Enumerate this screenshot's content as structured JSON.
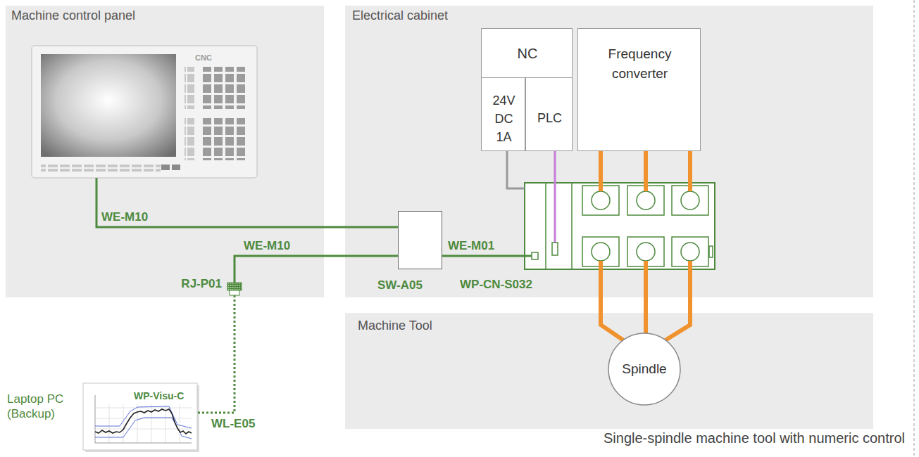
{
  "diagram": {
    "caption": "Single-spindle machine tool with numeric control",
    "nodes": [
      {
        "text": [
          "Machine control panel"
        ]
      },
      {
        "text": [
          "CNC"
        ],
        "in": 0
      },
      {
        "text": [
          "Electrical cabinet"
        ]
      },
      {
        "text": [
          "NC"
        ],
        "in": 2
      },
      {
        "text": [
          "24V DC 1A"
        ],
        "in": 3
      },
      {
        "text": [
          "PLC"
        ],
        "in": 3
      },
      {
        "text": [
          "Frequency converter"
        ],
        "in": 2
      },
      {
        "text": [
          "SW-A05"
        ],
        "in": 2
      },
      {
        "text": [
          "WP-CN-S032"
        ],
        "in": 2
      },
      {
        "text": [
          "Machine Tool"
        ]
      },
      {
        "text": [
          "Spindle"
        ],
        "in": 9
      },
      {
        "text": [
          "RJ-P01"
        ],
        "in": 0
      },
      {
        "text": [
          "Laptop PC (Backup)",
          "WP-Visu-C"
        ]
      }
    ],
    "edges": [
      {
        "from": 1,
        "to": 7,
        "arrow": "none",
        "label": "WE-M10"
      },
      {
        "from": 7,
        "to": 11,
        "arrow": "none",
        "label": "WE-M10"
      },
      {
        "from": 7,
        "to": 8,
        "arrow": "none",
        "label": "WE-M01"
      },
      {
        "from": 11,
        "to": 12,
        "arrow": "none",
        "label": "WL-E05"
      },
      {
        "from": 4,
        "to": 8,
        "arrow": "none"
      },
      {
        "from": 5,
        "to": 8,
        "arrow": "none"
      },
      {
        "from": 6,
        "to": 8,
        "arrow": "none"
      },
      {
        "from": 6,
        "to": 8,
        "arrow": "none"
      },
      {
        "from": 6,
        "to": 8,
        "arrow": "none"
      },
      {
        "from": 8,
        "to": 10,
        "arrow": "none"
      },
      {
        "from": 8,
        "to": 10,
        "arrow": "none"
      },
      {
        "from": 8,
        "to": 10,
        "arrow": "none"
      }
    ]
  }
}
